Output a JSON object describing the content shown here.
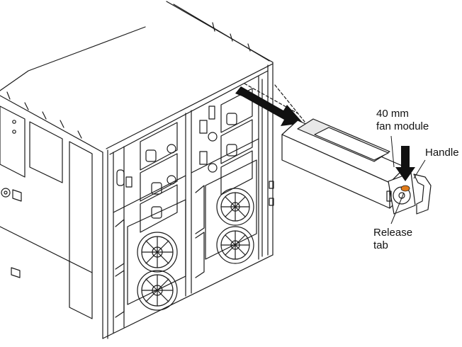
{
  "callouts": {
    "fan_module": [
      "40 mm",
      "fan module"
    ],
    "handle": "Handle",
    "release_tab": [
      "Release",
      "tab"
    ]
  },
  "colors": {
    "line": "#1a1a1a",
    "arrow": "#111111",
    "release_tab": "#e07b1a",
    "module_shade": "#d9d9d9",
    "bay_shade": "#bdbdbd"
  }
}
